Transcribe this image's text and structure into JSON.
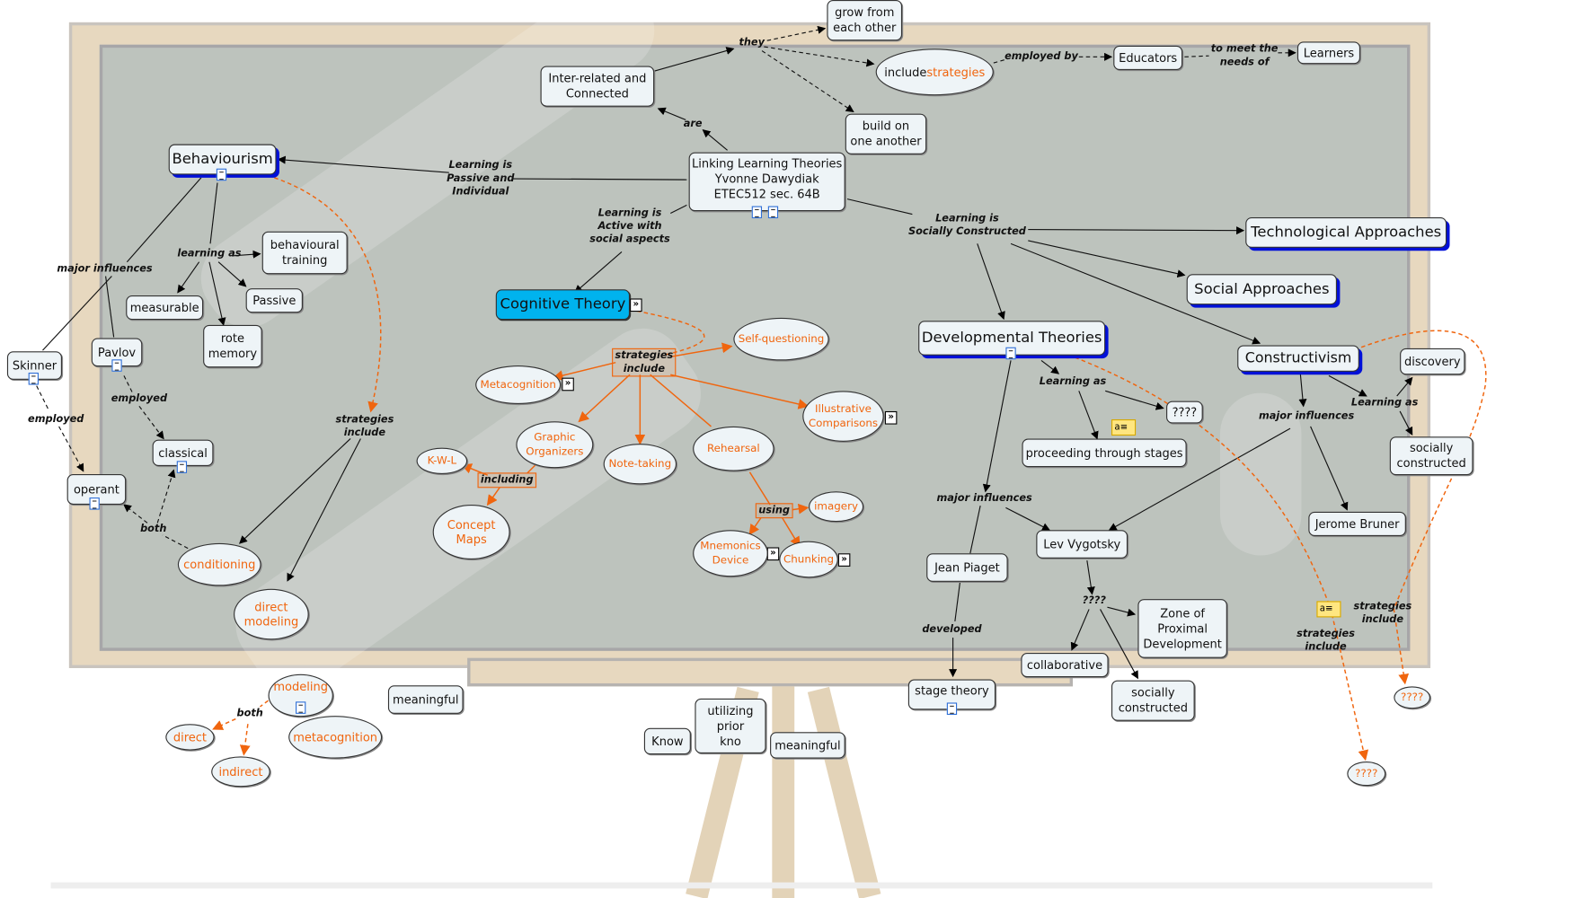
{
  "colors": {
    "accent_orange": "#f0650e",
    "cognitive_fill": "#00b3ee",
    "shadow_blue": "#0010d8",
    "board": "#bdc3bd",
    "frame": "#e7d8bf"
  },
  "nodes": {
    "grow": "grow from\neach other",
    "inter": "Inter-related and\nConnected",
    "include_pre": "include ",
    "include_hl": "strategies",
    "educators": "Educators",
    "learners": "Learners",
    "build": "build on\none another",
    "root": "Linking Learning Theories\nYvonne Dawydiak\nETEC512 sec. 64B",
    "behaviourism": "Behaviourism",
    "beh_training": "behavioural\ntraining",
    "measurable": "measurable",
    "passive": "Passive",
    "rote": "rote\nmemory",
    "skinner": "Skinner",
    "pavlov": "Pavlov",
    "classical": "classical",
    "operant": "operant",
    "conditioning": "conditioning",
    "direct_modeling": "direct\nmodeling",
    "cognitive": "Cognitive Theory",
    "selfq": "Self-questioning",
    "metacog": "Metacognition",
    "graphic": "Graphic\nOrganizers",
    "notetaking": "Note-taking",
    "rehearsal": "Rehearsal",
    "illustrative": "Illustrative\nComparisons",
    "kwl": "K-W-L",
    "concept_maps": "Concept\nMaps",
    "imagery": "imagery",
    "mnemonics": "Mnemonics\nDevice",
    "chunking": "Chunking",
    "developmental": "Developmental Theories",
    "q1": "????",
    "stages": "proceeding through stages",
    "tech": "Technological Approaches",
    "social": "Social Approaches",
    "construct": "Constructivism",
    "discovery": "discovery",
    "soc_con_r": "socially\nconstructed",
    "bruner": "Jerome Bruner",
    "vygotsky": "Lev Vygotsky",
    "piaget": "Jean Piaget",
    "zpd": "Zone of\nProximal\nDevelopment",
    "collab": "collaborative",
    "soc_con": "socially\nconstructed",
    "stage_theory": "stage theory",
    "q2": "????",
    "q3": "????",
    "modeling": "modeling",
    "direct": "direct",
    "indirect": "indirect",
    "metacog2": "metacognition",
    "meaningful1": "meaningful",
    "know": "Know",
    "utilizing": "utilizing\nprior\nkno",
    "meaningful2": "meaningful"
  },
  "links": {
    "they": "they",
    "are": "are",
    "employed_by": "employed by",
    "to_meet": "to meet the\nneeds of",
    "passive": "Learning is\nPassive and\nIndividual",
    "active": "Learning is\nActive with\nsocial aspects",
    "socially": "Learning is\nSocially Constructed",
    "learning_as1": "learning as",
    "major1": "major influences",
    "employed1": "employed",
    "employed2": "employed",
    "strat1": "strategies\ninclude",
    "both1": "both",
    "strat2": "strategies\ninclude",
    "including": "including",
    "using": "using",
    "learning_as2": "Learning as",
    "major2": "major influences",
    "learning_as3": "Learning as",
    "major3": "major influences",
    "developed": "developed",
    "q4": "????",
    "strat3": "strategies\ninclude",
    "strat4": "strategies\ninclude",
    "both2": "both"
  }
}
